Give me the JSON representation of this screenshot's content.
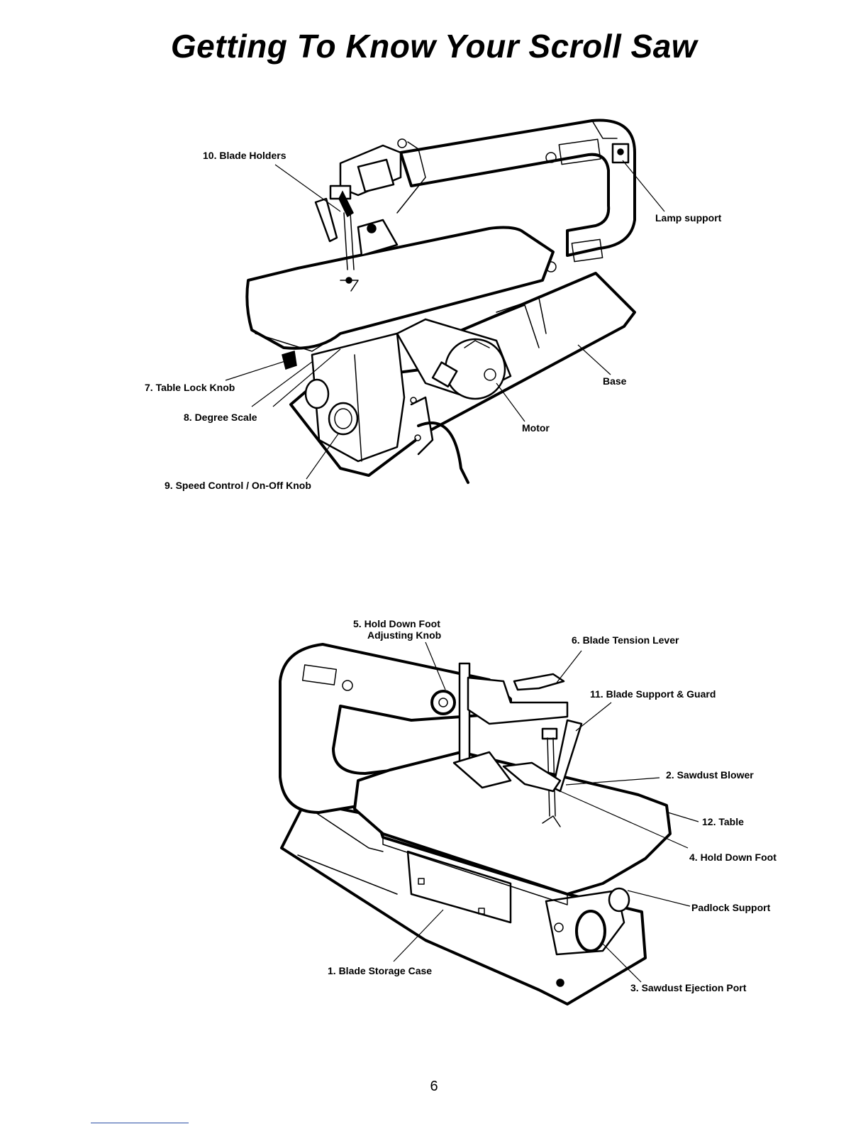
{
  "page": {
    "title": "Getting To Know Your Scroll Saw",
    "page_number": "6"
  },
  "figure_top": {
    "labels": {
      "blade_holders": "10. Blade Holders",
      "lamp_support": "Lamp support",
      "base": "Base",
      "table_lock_knob": "7. Table Lock Knob",
      "degree_scale": "8. Degree Scale",
      "motor": "Motor",
      "speed_control": "9. Speed Control / On-Off Knob"
    }
  },
  "figure_bottom": {
    "labels": {
      "hold_down_foot_knob_line1": "5. Hold Down Foot",
      "hold_down_foot_knob_line2": "Adjusting Knob",
      "blade_tension_lever": "6. Blade Tension Lever",
      "blade_support_guard": "11. Blade Support & Guard",
      "sawdust_blower": "2. Sawdust Blower",
      "table": "12. Table",
      "hold_down_foot": "4. Hold Down Foot",
      "padlock_support": "Padlock Support",
      "blade_storage_case": "1. Blade Storage Case",
      "sawdust_ejection_port": "3. Sawdust Ejection Port"
    }
  }
}
